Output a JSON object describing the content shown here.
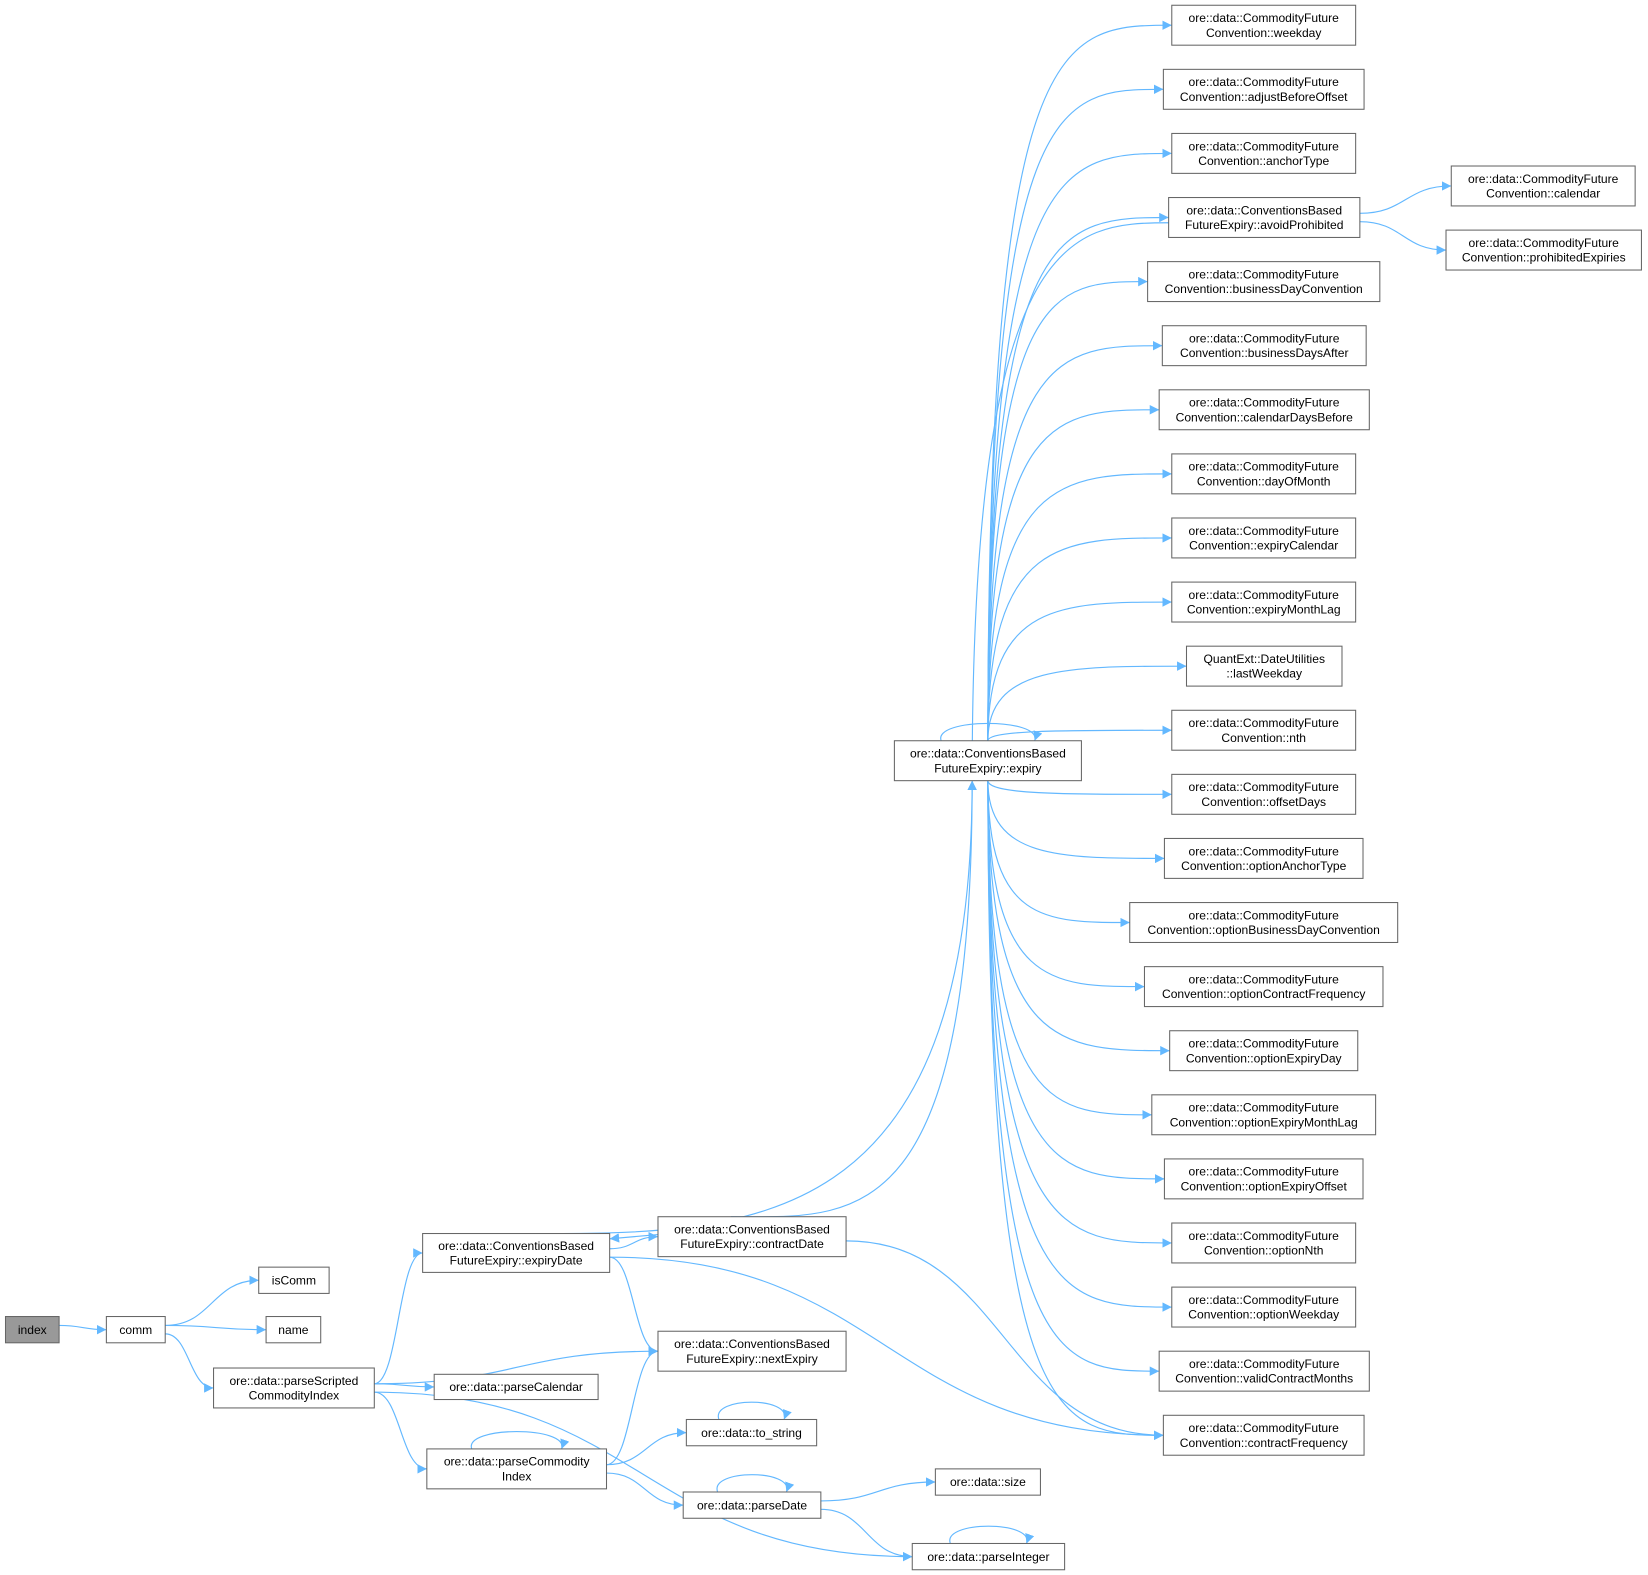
{
  "title": "Call graph of index",
  "colors": {
    "edge": "#63b8ff",
    "node_border": "#666666",
    "root_fill": "#999999"
  },
  "nodes": [
    {
      "id": "index",
      "lines": [
        "index"
      ],
      "highlighted": true
    },
    {
      "id": "comm",
      "lines": [
        "comm"
      ]
    },
    {
      "id": "isComm",
      "lines": [
        "isComm"
      ]
    },
    {
      "id": "name",
      "lines": [
        "name"
      ]
    },
    {
      "id": "parseScripted",
      "lines": [
        "ore::data::parseScripted",
        "CommodityIndex"
      ]
    },
    {
      "id": "parseCalendar",
      "lines": [
        "ore::data::parseCalendar"
      ]
    },
    {
      "id": "parseCommodityIndex",
      "lines": [
        "ore::data::parseCommodity",
        "Index"
      ]
    },
    {
      "id": "expiryDate",
      "lines": [
        "ore::data::ConventionsBased",
        "FutureExpiry::expiryDate"
      ]
    },
    {
      "id": "contractDate",
      "lines": [
        "ore::data::ConventionsBased",
        "FutureExpiry::contractDate"
      ]
    },
    {
      "id": "nextExpiry",
      "lines": [
        "ore::data::ConventionsBased",
        "FutureExpiry::nextExpiry"
      ]
    },
    {
      "id": "to_string",
      "lines": [
        "ore::data::to_string"
      ]
    },
    {
      "id": "parseDate",
      "lines": [
        "ore::data::parseDate"
      ]
    },
    {
      "id": "size",
      "lines": [
        "ore::data::size"
      ]
    },
    {
      "id": "parseInteger",
      "lines": [
        "ore::data::parseInteger"
      ]
    },
    {
      "id": "expiry",
      "lines": [
        "ore::data::ConventionsBased",
        "FutureExpiry::expiry"
      ]
    },
    {
      "id": "weekday",
      "lines": [
        "ore::data::CommodityFuture",
        "Convention::weekday"
      ]
    },
    {
      "id": "adjustBeforeOffset",
      "lines": [
        "ore::data::CommodityFuture",
        "Convention::adjustBeforeOffset"
      ]
    },
    {
      "id": "anchorType",
      "lines": [
        "ore::data::CommodityFuture",
        "Convention::anchorType"
      ]
    },
    {
      "id": "avoidProhibited",
      "lines": [
        "ore::data::ConventionsBased",
        "FutureExpiry::avoidProhibited"
      ]
    },
    {
      "id": "businessDayConvention",
      "lines": [
        "ore::data::CommodityFuture",
        "Convention::businessDayConvention"
      ]
    },
    {
      "id": "businessDaysAfter",
      "lines": [
        "ore::data::CommodityFuture",
        "Convention::businessDaysAfter"
      ]
    },
    {
      "id": "calendarDaysBefore",
      "lines": [
        "ore::data::CommodityFuture",
        "Convention::calendarDaysBefore"
      ]
    },
    {
      "id": "dayOfMonth",
      "lines": [
        "ore::data::CommodityFuture",
        "Convention::dayOfMonth"
      ]
    },
    {
      "id": "expiryCalendar",
      "lines": [
        "ore::data::CommodityFuture",
        "Convention::expiryCalendar"
      ]
    },
    {
      "id": "expiryMonthLag",
      "lines": [
        "ore::data::CommodityFuture",
        "Convention::expiryMonthLag"
      ]
    },
    {
      "id": "lastWeekday",
      "lines": [
        "QuantExt::DateUtilities",
        "::lastWeekday"
      ]
    },
    {
      "id": "nth",
      "lines": [
        "ore::data::CommodityFuture",
        "Convention::nth"
      ]
    },
    {
      "id": "offsetDays",
      "lines": [
        "ore::data::CommodityFuture",
        "Convention::offsetDays"
      ]
    },
    {
      "id": "optionAnchorType",
      "lines": [
        "ore::data::CommodityFuture",
        "Convention::optionAnchorType"
      ]
    },
    {
      "id": "optionBusinessDayConvention",
      "lines": [
        "ore::data::CommodityFuture",
        "Convention::optionBusinessDayConvention"
      ]
    },
    {
      "id": "optionContractFrequency",
      "lines": [
        "ore::data::CommodityFuture",
        "Convention::optionContractFrequency"
      ]
    },
    {
      "id": "optionExpiryDay",
      "lines": [
        "ore::data::CommodityFuture",
        "Convention::optionExpiryDay"
      ]
    },
    {
      "id": "optionExpiryMonthLag",
      "lines": [
        "ore::data::CommodityFuture",
        "Convention::optionExpiryMonthLag"
      ]
    },
    {
      "id": "optionExpiryOffset",
      "lines": [
        "ore::data::CommodityFuture",
        "Convention::optionExpiryOffset"
      ]
    },
    {
      "id": "optionNth",
      "lines": [
        "ore::data::CommodityFuture",
        "Convention::optionNth"
      ]
    },
    {
      "id": "optionWeekday",
      "lines": [
        "ore::data::CommodityFuture",
        "Convention::optionWeekday"
      ]
    },
    {
      "id": "validContractMonths",
      "lines": [
        "ore::data::CommodityFuture",
        "Convention::validContractMonths"
      ]
    },
    {
      "id": "contractFrequency",
      "lines": [
        "ore::data::CommodityFuture",
        "Convention::contractFrequency"
      ]
    },
    {
      "id": "calendar",
      "lines": [
        "ore::data::CommodityFuture",
        "Convention::calendar"
      ]
    },
    {
      "id": "prohibitedExpiries",
      "lines": [
        "ore::data::CommodityFuture",
        "Convention::prohibitedExpiries"
      ]
    }
  ],
  "edges": [
    [
      "index",
      "comm"
    ],
    [
      "comm",
      "isComm"
    ],
    [
      "comm",
      "name"
    ],
    [
      "comm",
      "parseScripted"
    ],
    [
      "parseScripted",
      "expiryDate"
    ],
    [
      "parseScripted",
      "nextExpiry"
    ],
    [
      "parseScripted",
      "parseCalendar"
    ],
    [
      "parseScripted",
      "parseCommodityIndex"
    ],
    [
      "parseScripted",
      "parseInteger"
    ],
    [
      "expiryDate",
      "expiry"
    ],
    [
      "expiryDate",
      "contractDate"
    ],
    [
      "expiryDate",
      "nextExpiry"
    ],
    [
      "expiryDate",
      "contractFrequency"
    ],
    [
      "contractDate",
      "expiryDate"
    ],
    [
      "contractDate",
      "expiry"
    ],
    [
      "contractDate",
      "contractFrequency"
    ],
    [
      "parseCommodityIndex",
      "parseCommodityIndex"
    ],
    [
      "parseCommodityIndex",
      "nextExpiry"
    ],
    [
      "parseCommodityIndex",
      "to_string"
    ],
    [
      "parseCommodityIndex",
      "parseDate"
    ],
    [
      "to_string",
      "to_string"
    ],
    [
      "parseDate",
      "parseDate"
    ],
    [
      "parseDate",
      "size"
    ],
    [
      "parseDate",
      "parseInteger"
    ],
    [
      "parseInteger",
      "parseInteger"
    ],
    [
      "expiry",
      "expiry"
    ],
    [
      "expiry",
      "weekday"
    ],
    [
      "expiry",
      "adjustBeforeOffset"
    ],
    [
      "expiry",
      "anchorType"
    ],
    [
      "expiry",
      "avoidProhibited"
    ],
    [
      "avoidProhibited",
      "expiry"
    ],
    [
      "expiry",
      "businessDayConvention"
    ],
    [
      "expiry",
      "businessDaysAfter"
    ],
    [
      "expiry",
      "calendarDaysBefore"
    ],
    [
      "expiry",
      "dayOfMonth"
    ],
    [
      "expiry",
      "expiryCalendar"
    ],
    [
      "expiry",
      "expiryMonthLag"
    ],
    [
      "expiry",
      "lastWeekday"
    ],
    [
      "expiry",
      "nth"
    ],
    [
      "expiry",
      "offsetDays"
    ],
    [
      "expiry",
      "optionAnchorType"
    ],
    [
      "expiry",
      "optionBusinessDayConvention"
    ],
    [
      "expiry",
      "optionContractFrequency"
    ],
    [
      "expiry",
      "optionExpiryDay"
    ],
    [
      "expiry",
      "optionExpiryMonthLag"
    ],
    [
      "expiry",
      "optionExpiryOffset"
    ],
    [
      "expiry",
      "optionNth"
    ],
    [
      "expiry",
      "optionWeekday"
    ],
    [
      "expiry",
      "validContractMonths"
    ],
    [
      "expiry",
      "contractFrequency"
    ],
    [
      "avoidProhibited",
      "calendar"
    ],
    [
      "avoidProhibited",
      "prohibitedExpiries"
    ]
  ]
}
